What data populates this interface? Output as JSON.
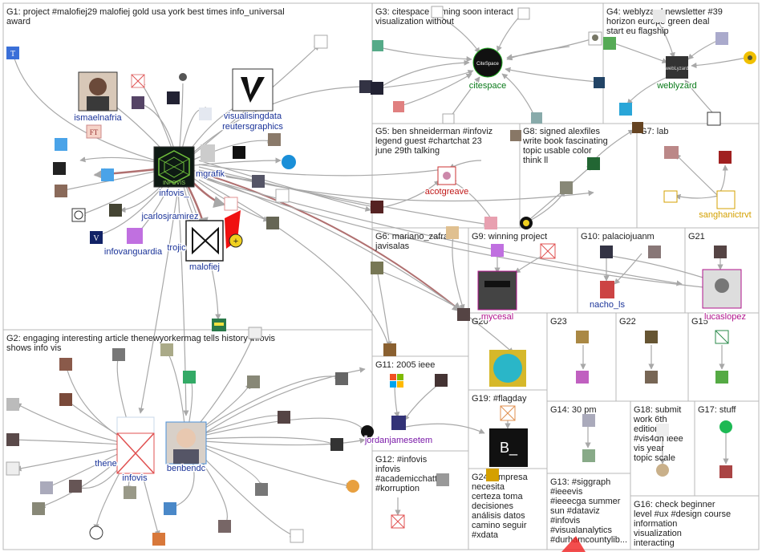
{
  "colors": {
    "border": "#b9b9b9",
    "edge": "#a8a8a8",
    "edge_red": "#b07070",
    "label_blue": "#1a3399",
    "label_green": "#0a7a1a",
    "label_red": "#c01818",
    "label_gold": "#d4a000",
    "label_purple": "#7a1aa8",
    "label_magenta": "#b0148c"
  },
  "groups": [
    {
      "id": "G1",
      "label": "G1: project #malofiej29 malofiej gold usa york best times info_universal award"
    },
    {
      "id": "G2",
      "label": "G2: engaging interesting article thenewyorkermag tells history infovis shows info vis"
    },
    {
      "id": "G3",
      "label": "G3: citespace coming soon interact visualization without"
    },
    {
      "id": "G4",
      "label": "G4: weblyzard newsletter #39 horizon europe green deal start eu flagship"
    },
    {
      "id": "G5",
      "label": "G5: ben shneiderman #infoviz legend guest #chartchat 23 june 29th talking"
    },
    {
      "id": "G6",
      "label": "G6: mariano_zafra javisalas"
    },
    {
      "id": "G7",
      "label": "G7: lab"
    },
    {
      "id": "G8",
      "label": "G8: signed alexfiles write book fascinating topic usable color think ll"
    },
    {
      "id": "G9",
      "label": "G9: winning project"
    },
    {
      "id": "G10",
      "label": "G10: palaciojuanm"
    },
    {
      "id": "G11",
      "label": "G11: 2005 ieee"
    },
    {
      "id": "G12",
      "label": "G12: #infovis infovis #academicchatter #korruption"
    },
    {
      "id": "G13",
      "label": "G13: #siggraph #ieeevis #ieeecga summer sun #dataviz #infovis #visualanalytics #durhamcountylib..."
    },
    {
      "id": "G14",
      "label": "G14: 30 pm"
    },
    {
      "id": "G15",
      "label": "G15"
    },
    {
      "id": "G16",
      "label": "G16: check beginner level #ux #design course information visualization interacting"
    },
    {
      "id": "G17",
      "label": "G17: stuff"
    },
    {
      "id": "G18",
      "label": "G18: submit work 6th edition #vis4dh ieee vis year topic scale"
    },
    {
      "id": "G19",
      "label": "G19: #flagday"
    },
    {
      "id": "G20",
      "label": "G20"
    },
    {
      "id": "G21",
      "label": "G21"
    },
    {
      "id": "G22",
      "label": "G22"
    },
    {
      "id": "G23",
      "label": "G23"
    },
    {
      "id": "G24",
      "label": "G24: empresa necesita certeza toma decisiones análisis datos camino seguir #xdata"
    }
  ],
  "nodes": [
    {
      "id": "infovis_",
      "label": "infovis_",
      "icon": "infovis-logo-icon",
      "color": "label_blue"
    },
    {
      "id": "ismaelnafria",
      "label": "ismaelnafria",
      "icon": "portrait-icon",
      "color": "label_blue"
    },
    {
      "id": "visualisingdata",
      "label": "visualisingdata",
      "icon": "vd-logo-icon",
      "color": "label_blue"
    },
    {
      "id": "reutersgraphics",
      "label": "reutersgraphics",
      "icon": "",
      "color": "label_blue"
    },
    {
      "id": "mgrafik",
      "label": "mgrafik",
      "icon": "",
      "color": "label_blue"
    },
    {
      "id": "jcarlosjramirez",
      "label": "jcarlosjramirez",
      "icon": "",
      "color": "label_blue"
    },
    {
      "id": "infovanguardia",
      "label": "infovanguardia",
      "icon": "",
      "color": "label_blue"
    },
    {
      "id": "malofiej",
      "label": "malofiej",
      "icon": "bowtie-logo-icon",
      "color": "label_blue"
    },
    {
      "id": "trojic",
      "label": "trojic",
      "icon": "",
      "color": "label_blue"
    },
    {
      "id": "citespace",
      "label": "citespace",
      "icon": "citespace-logo-icon",
      "color": "label_green"
    },
    {
      "id": "weblyzard",
      "label": "weblyzard",
      "icon": "weblyzard-logo-icon",
      "color": "label_green"
    },
    {
      "id": "acotgreave",
      "label": "acotgreave",
      "icon": "",
      "color": "label_red"
    },
    {
      "id": "sanghanictrvt",
      "label": "sanghanictrvt",
      "icon": "",
      "color": "label_gold"
    },
    {
      "id": "nacho_ls",
      "label": "nacho_ls",
      "icon": "",
      "color": "label_blue"
    },
    {
      "id": "lucaslopez",
      "label": "lucaslopez",
      "icon": "",
      "color": "label_magenta"
    },
    {
      "id": "mycesal",
      "label": "mycesal",
      "icon": "",
      "color": "label_magenta"
    },
    {
      "id": "infovis",
      "label": "infovis",
      "icon": "",
      "color": "label_blue"
    },
    {
      "id": "thenewyorkermag",
      "label": "thene",
      "icon": "",
      "color": "label_blue"
    },
    {
      "id": "benbendc",
      "label": "benbendc",
      "icon": "portrait-icon",
      "color": "label_blue"
    },
    {
      "id": "jordanjamesetem",
      "label": "jordanjamesetem",
      "icon": "",
      "color": "label_purple"
    }
  ]
}
